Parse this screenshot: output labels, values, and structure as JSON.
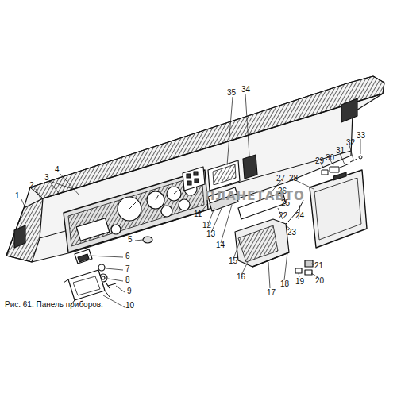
{
  "diagram": {
    "caption": "Рис. 61. Панель приборов.",
    "labels": [
      "1",
      "2",
      "3",
      "4",
      "5",
      "6",
      "7",
      "8",
      "9",
      "10",
      "11",
      "12",
      "13",
      "14",
      "15",
      "16",
      "17",
      "18",
      "19",
      "20",
      "21",
      "22",
      "23",
      "24",
      "25",
      "26",
      "27",
      "28",
      "29",
      "30",
      "31",
      "32",
      "33",
      "34",
      "35",
      "ПЛАНЕТАВТО"
    ]
  }
}
